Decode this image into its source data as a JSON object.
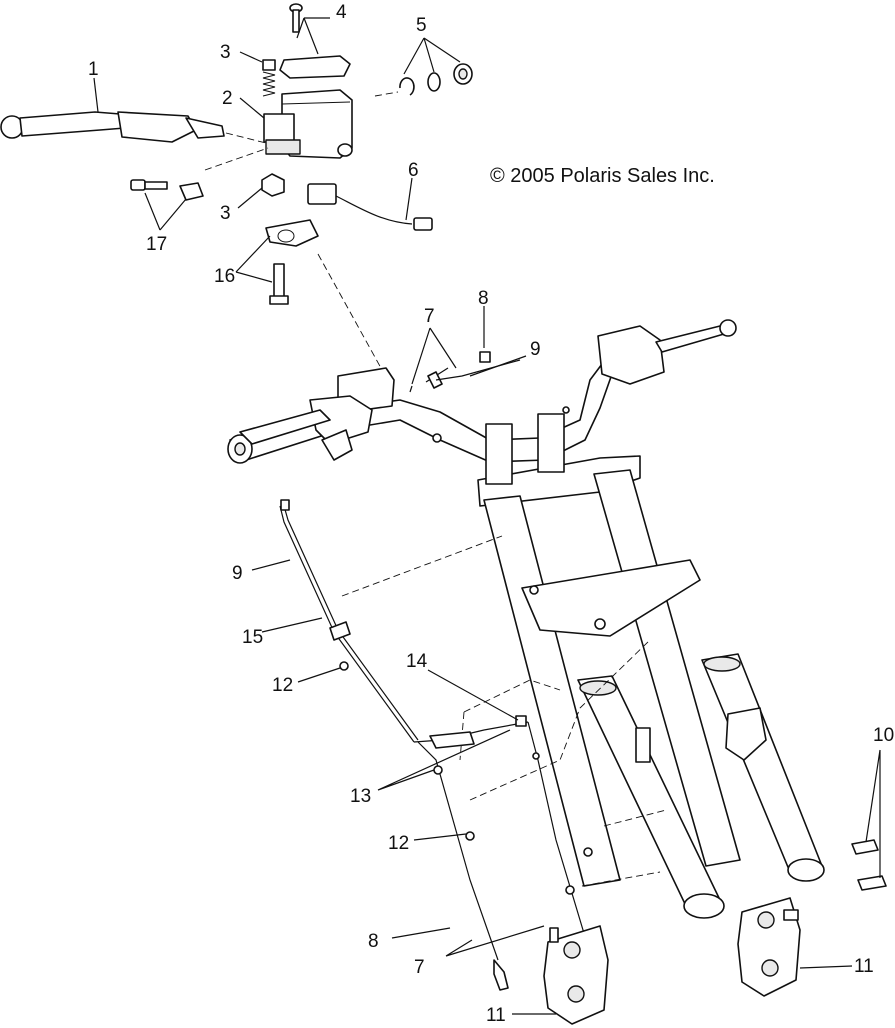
{
  "copyright": "© 2005 Polaris Sales Inc.",
  "callouts": {
    "c1": "1",
    "c2": "2",
    "c3a": "3",
    "c3b": "3",
    "c4": "4",
    "c5": "5",
    "c6": "6",
    "c7a": "7",
    "c7b": "7",
    "c8a": "8",
    "c8b": "8",
    "c9a": "9",
    "c9b": "9",
    "c10": "10",
    "c11a": "11",
    "c11b": "11",
    "c12a": "12",
    "c12b": "12",
    "c13": "13",
    "c14": "14",
    "c15": "15",
    "c16": "16",
    "c17": "17"
  }
}
